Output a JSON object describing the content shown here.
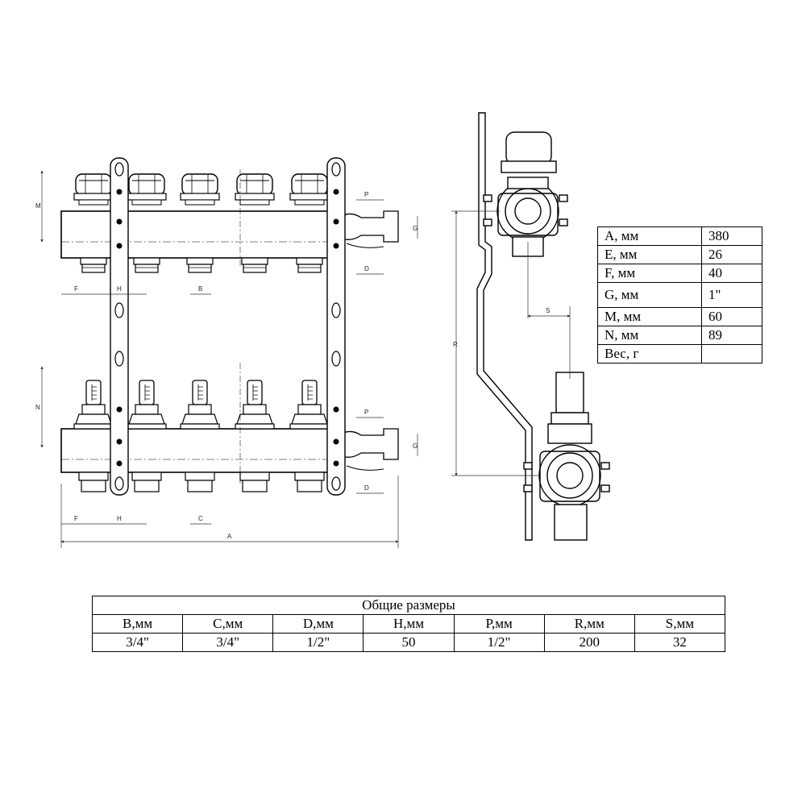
{
  "spec_table": [
    {
      "label": "A, мм",
      "value": "380"
    },
    {
      "label": "E, мм",
      "value": "26"
    },
    {
      "label": "F, мм",
      "value": "40"
    },
    {
      "label": "G, мм",
      "value": "1\""
    },
    {
      "label": "M, мм",
      "value": "60"
    },
    {
      "label": "N, мм",
      "value": "89"
    },
    {
      "label": "Вес, г",
      "value": ""
    }
  ],
  "dims_table": {
    "title": "Общие размеры",
    "headers": [
      "B,мм",
      "C,мм",
      "D,мм",
      "H,мм",
      "P,мм",
      "R,мм",
      "S,мм"
    ],
    "values": [
      "3/4\"",
      "3/4\"",
      "1/2\"",
      "50",
      "1/2\"",
      "200",
      "32"
    ]
  },
  "dimension_letters": {
    "M": "M",
    "N": "N",
    "F": "F",
    "H": "H",
    "B": "B",
    "C": "C",
    "A": "A",
    "P": "P",
    "D": "D",
    "G": "G",
    "R": "R",
    "S": "S"
  },
  "colors": {
    "line": "#000000",
    "dim": "#333333",
    "background": "#ffffff"
  }
}
